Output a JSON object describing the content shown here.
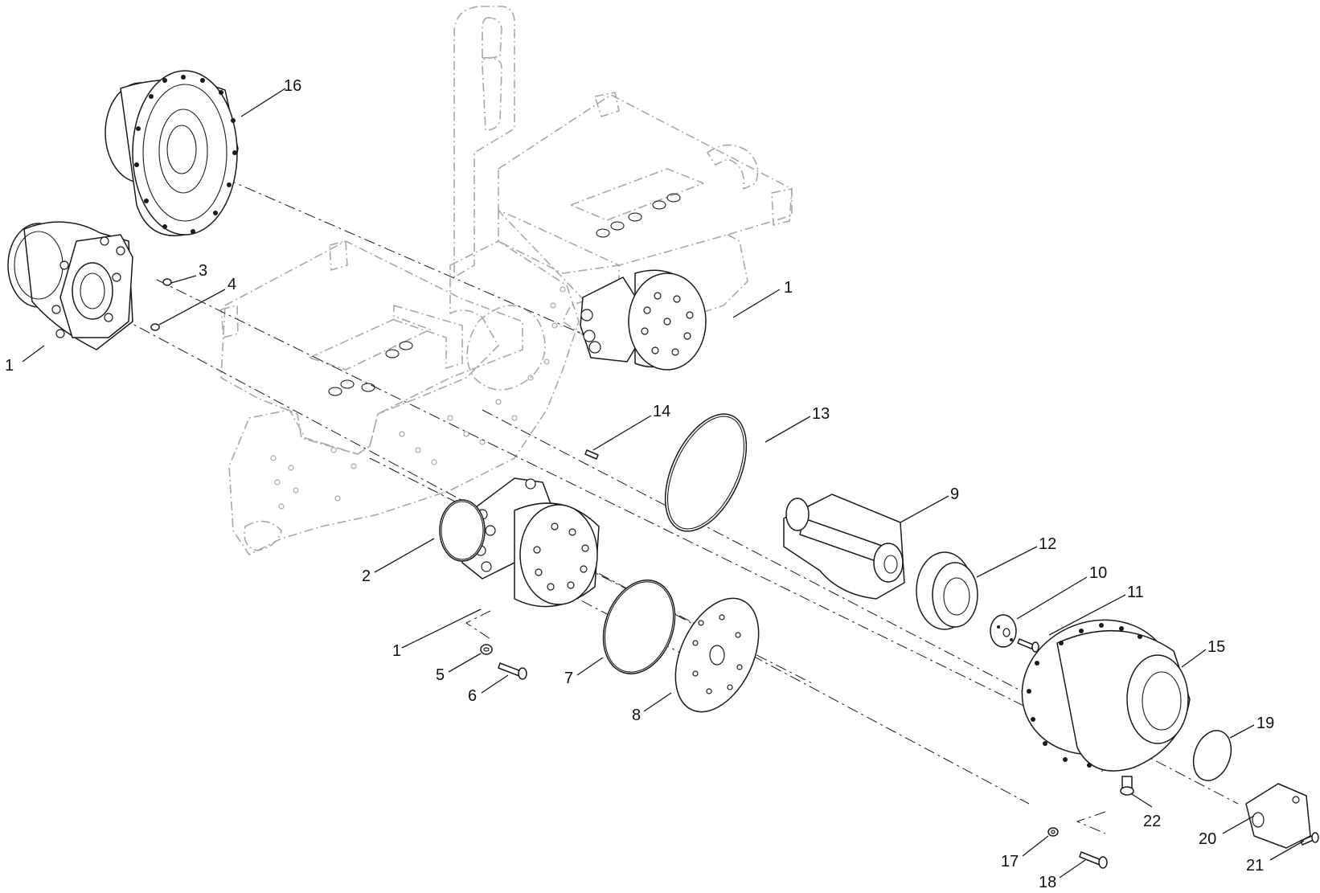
{
  "callouts": [
    "16",
    "3",
    "4",
    "1",
    "1",
    "14",
    "13",
    "9",
    "12",
    "10",
    "11",
    "15",
    "19",
    "2",
    "1",
    "5",
    "6",
    "7",
    "8",
    "22",
    "17",
    "18",
    "20",
    "21"
  ]
}
